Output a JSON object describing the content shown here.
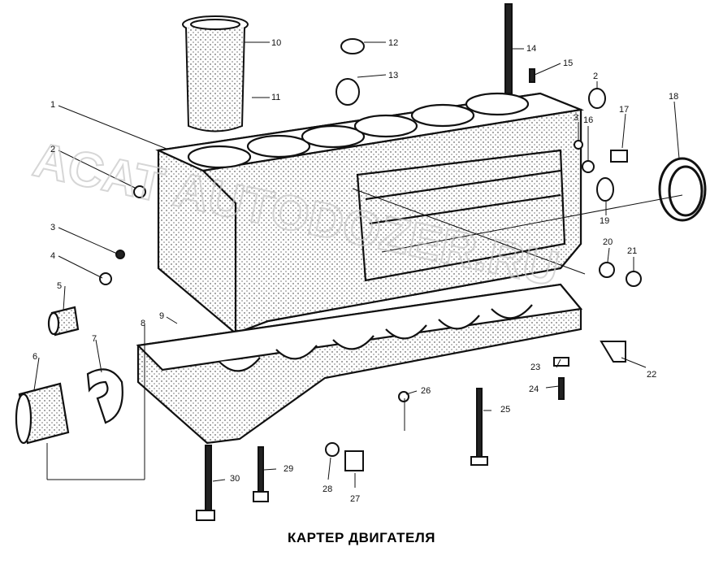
{
  "caption": "КАРТЕР ДВИГАТЕЛЯ",
  "watermark": "ACAT AUTODOZER.RU",
  "callouts": [
    "1",
    "2",
    "3",
    "4",
    "5",
    "6",
    "7",
    "8",
    "9",
    "10",
    "11",
    "12",
    "13",
    "14",
    "15",
    "2",
    "3",
    "16",
    "17",
    "18",
    "19",
    "20",
    "21",
    "22",
    "23",
    "24",
    "25",
    "26",
    "27",
    "28",
    "29",
    "30"
  ]
}
